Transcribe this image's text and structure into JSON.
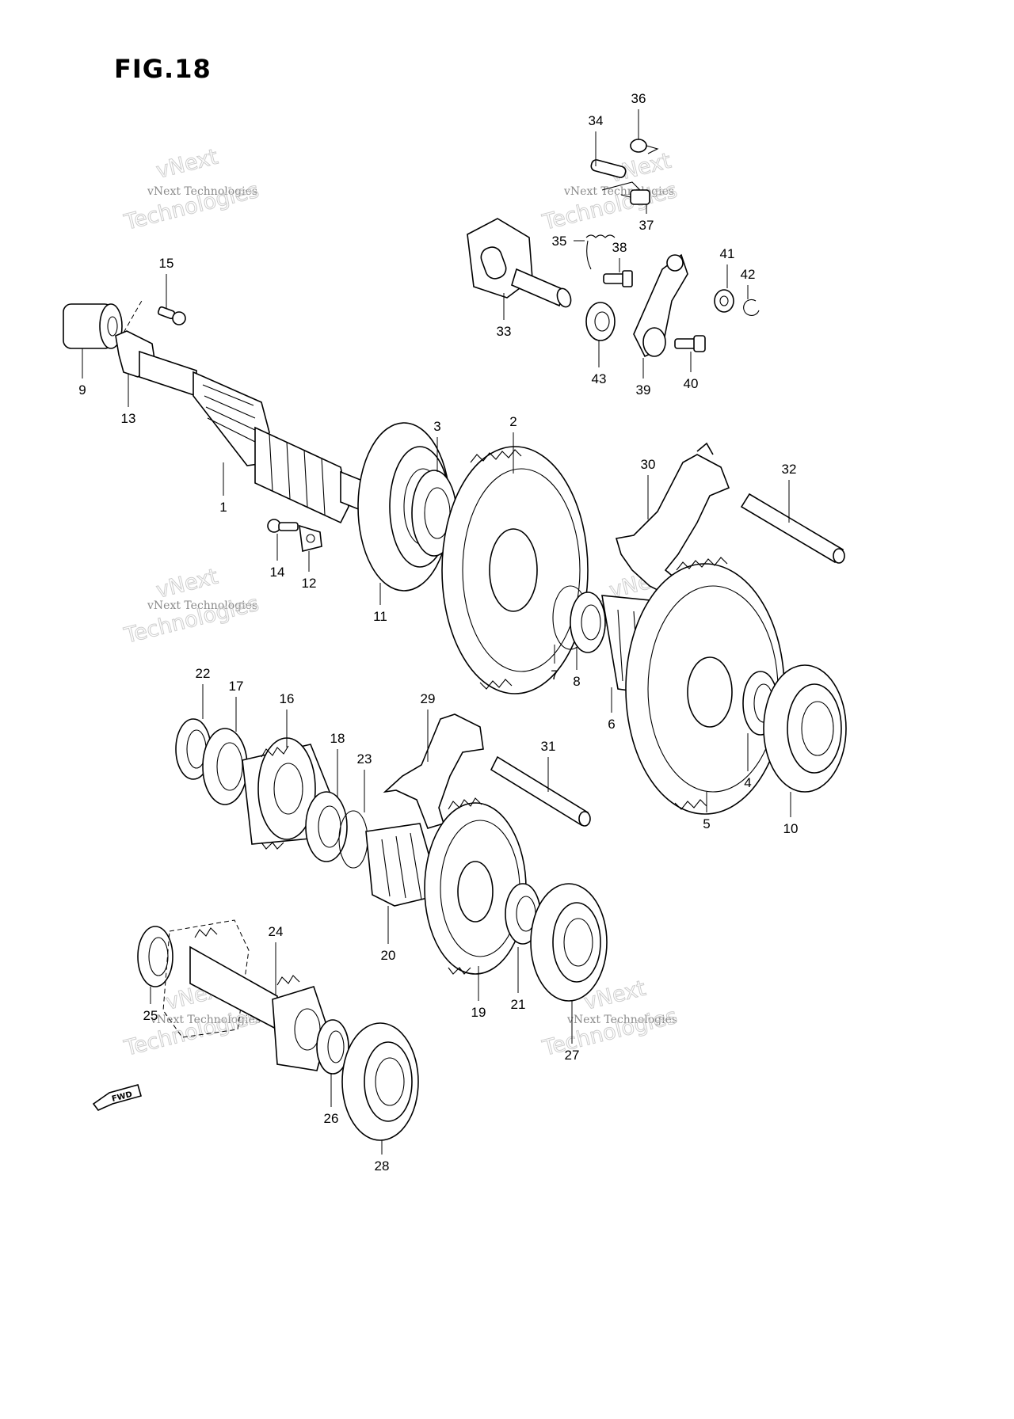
{
  "figure": {
    "title": "FIG.18",
    "fwd_label": "FWD"
  },
  "watermark": {
    "brand_short": "vNext",
    "brand_long": "vNext Technologies",
    "brand_tail": "Technologies",
    "color": "#8a8a8a"
  },
  "callouts": [
    {
      "id": "1",
      "label": "1"
    },
    {
      "id": "2",
      "label": "2"
    },
    {
      "id": "3",
      "label": "3"
    },
    {
      "id": "4",
      "label": "4"
    },
    {
      "id": "5",
      "label": "5"
    },
    {
      "id": "6",
      "label": "6"
    },
    {
      "id": "7",
      "label": "7"
    },
    {
      "id": "8",
      "label": "8"
    },
    {
      "id": "9",
      "label": "9"
    },
    {
      "id": "10",
      "label": "10"
    },
    {
      "id": "11",
      "label": "11"
    },
    {
      "id": "12",
      "label": "12"
    },
    {
      "id": "13",
      "label": "13"
    },
    {
      "id": "14",
      "label": "14"
    },
    {
      "id": "15",
      "label": "15"
    },
    {
      "id": "16",
      "label": "16"
    },
    {
      "id": "17",
      "label": "17"
    },
    {
      "id": "18",
      "label": "18"
    },
    {
      "id": "19",
      "label": "19"
    },
    {
      "id": "20",
      "label": "20"
    },
    {
      "id": "21",
      "label": "21"
    },
    {
      "id": "22",
      "label": "22"
    },
    {
      "id": "23",
      "label": "23"
    },
    {
      "id": "24",
      "label": "24"
    },
    {
      "id": "25",
      "label": "25"
    },
    {
      "id": "26",
      "label": "26"
    },
    {
      "id": "27",
      "label": "27"
    },
    {
      "id": "28",
      "label": "28"
    },
    {
      "id": "29",
      "label": "29"
    },
    {
      "id": "30",
      "label": "30"
    },
    {
      "id": "31",
      "label": "31"
    },
    {
      "id": "32",
      "label": "32"
    },
    {
      "id": "33",
      "label": "33"
    },
    {
      "id": "34",
      "label": "34"
    },
    {
      "id": "35",
      "label": "35"
    },
    {
      "id": "36",
      "label": "36"
    },
    {
      "id": "37",
      "label": "37"
    },
    {
      "id": "38",
      "label": "38"
    },
    {
      "id": "39",
      "label": "39"
    },
    {
      "id": "40",
      "label": "40"
    },
    {
      "id": "41",
      "label": "41"
    },
    {
      "id": "42",
      "label": "42"
    },
    {
      "id": "43",
      "label": "43"
    }
  ]
}
